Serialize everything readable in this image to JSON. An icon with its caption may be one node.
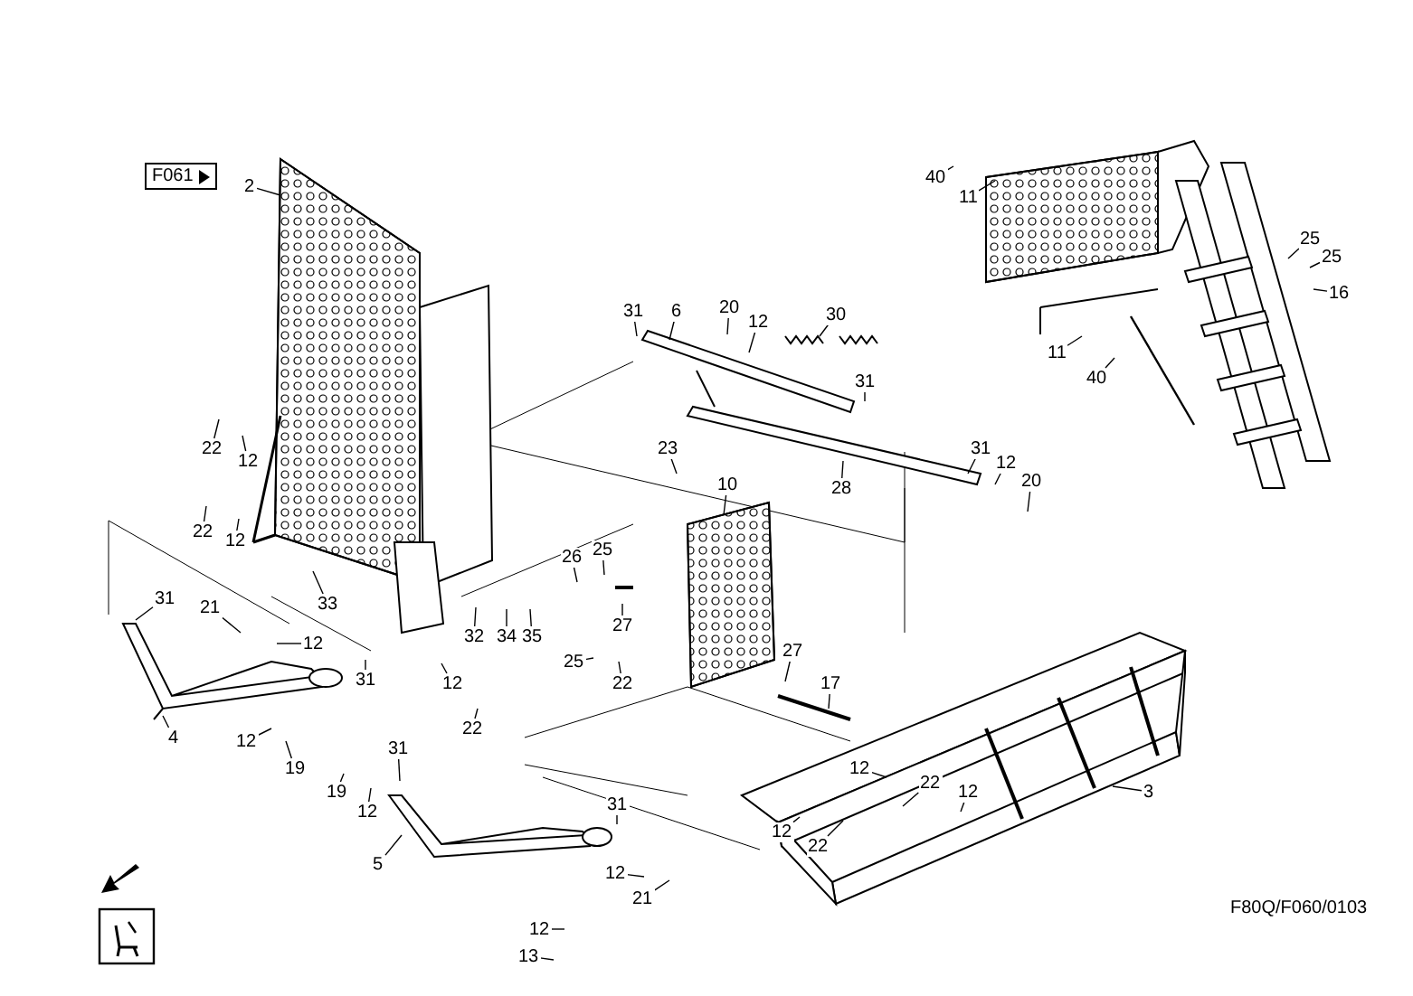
{
  "diagram": {
    "nodes": [
      {
        "text": [
          "40"
        ]
      },
      {
        "text": [
          "11"
        ]
      },
      {
        "text": [
          "2"
        ]
      },
      {
        "text": [
          "25"
        ]
      },
      {
        "text": [
          "25"
        ]
      },
      {
        "text": [
          "16"
        ]
      },
      {
        "text": [
          "31"
        ]
      },
      {
        "text": [
          "6"
        ]
      },
      {
        "text": [
          "20"
        ]
      },
      {
        "text": [
          "12"
        ]
      },
      {
        "text": [
          "30"
        ]
      },
      {
        "text": [
          "11"
        ]
      },
      {
        "text": [
          "40"
        ]
      },
      {
        "text": [
          "31"
        ]
      },
      {
        "text": [
          "22"
        ]
      },
      {
        "text": [
          "12"
        ]
      },
      {
        "text": [
          "23"
        ]
      },
      {
        "text": [
          "31"
        ]
      },
      {
        "text": [
          "12"
        ]
      },
      {
        "text": [
          "20"
        ]
      },
      {
        "text": [
          "10"
        ]
      },
      {
        "text": [
          "28"
        ]
      },
      {
        "text": [
          "22"
        ]
      },
      {
        "text": [
          "12"
        ]
      },
      {
        "text": [
          "26"
        ]
      },
      {
        "text": [
          "25"
        ]
      },
      {
        "text": [
          "31"
        ]
      },
      {
        "text": [
          "21"
        ]
      },
      {
        "text": [
          "33"
        ]
      },
      {
        "text": [
          "27"
        ]
      },
      {
        "text": [
          "12"
        ]
      },
      {
        "text": [
          "32"
        ]
      },
      {
        "text": [
          "34"
        ]
      },
      {
        "text": [
          "35"
        ]
      },
      {
        "text": [
          "27"
        ]
      },
      {
        "text": [
          "25"
        ]
      },
      {
        "text": [
          "31"
        ]
      },
      {
        "text": [
          "22"
        ]
      },
      {
        "text": [
          "17"
        ]
      },
      {
        "text": [
          "22"
        ]
      },
      {
        "text": [
          "4"
        ]
      },
      {
        "text": [
          "12"
        ]
      },
      {
        "text": [
          "19"
        ]
      },
      {
        "text": [
          "31"
        ]
      },
      {
        "text": [
          "12"
        ]
      },
      {
        "text": [
          "22"
        ]
      },
      {
        "text": [
          "12"
        ]
      },
      {
        "text": [
          "3"
        ]
      },
      {
        "text": [
          "19"
        ]
      },
      {
        "text": [
          "12"
        ]
      },
      {
        "text": [
          "31"
        ]
      },
      {
        "text": [
          "12"
        ]
      },
      {
        "text": [
          "22"
        ]
      },
      {
        "text": [
          "12"
        ]
      },
      {
        "text": [
          "5"
        ]
      },
      {
        "text": [
          "12"
        ]
      },
      {
        "text": [
          "21"
        ]
      },
      {
        "text": [
          "12"
        ]
      },
      {
        "text": [
          "13"
        ]
      }
    ],
    "edges": [
      {
        "from": 0,
        "to": null,
        "arrow": "none"
      },
      {
        "from": 1,
        "to": null,
        "arrow": "none"
      },
      {
        "from": 2,
        "to": null,
        "arrow": "none"
      },
      {
        "from": 3,
        "to": null,
        "arrow": "none"
      },
      {
        "from": 4,
        "to": null,
        "arrow": "none"
      },
      {
        "from": 5,
        "to": null,
        "arrow": "none"
      },
      {
        "from": 6,
        "to": null,
        "arrow": "none"
      },
      {
        "from": 7,
        "to": null,
        "arrow": "none"
      },
      {
        "from": 8,
        "to": null,
        "arrow": "none"
      },
      {
        "from": 9,
        "to": null,
        "arrow": "none"
      },
      {
        "from": 10,
        "to": null,
        "arrow": "none"
      },
      {
        "from": 11,
        "to": null,
        "arrow": "none"
      },
      {
        "from": 12,
        "to": null,
        "arrow": "none"
      },
      {
        "from": 13,
        "to": null,
        "arrow": "none"
      },
      {
        "from": 14,
        "to": null,
        "arrow": "none"
      },
      {
        "from": 15,
        "to": null,
        "arrow": "none"
      },
      {
        "from": 16,
        "to": null,
        "arrow": "none"
      },
      {
        "from": 17,
        "to": null,
        "arrow": "none"
      },
      {
        "from": 18,
        "to": null,
        "arrow": "none"
      },
      {
        "from": 19,
        "to": null,
        "arrow": "none"
      },
      {
        "from": 20,
        "to": null,
        "arrow": "none"
      },
      {
        "from": 21,
        "to": null,
        "arrow": "none"
      },
      {
        "from": 22,
        "to": null,
        "arrow": "none"
      },
      {
        "from": 23,
        "to": null,
        "arrow": "none"
      },
      {
        "from": 24,
        "to": null,
        "arrow": "none"
      },
      {
        "from": 25,
        "to": null,
        "arrow": "none"
      },
      {
        "from": 26,
        "to": null,
        "arrow": "none"
      },
      {
        "from": 27,
        "to": null,
        "arrow": "none"
      },
      {
        "from": 28,
        "to": null,
        "arrow": "none"
      },
      {
        "from": 29,
        "to": null,
        "arrow": "none"
      },
      {
        "from": 30,
        "to": null,
        "arrow": "none"
      },
      {
        "from": 31,
        "to": null,
        "arrow": "none"
      },
      {
        "from": 32,
        "to": null,
        "arrow": "none"
      },
      {
        "from": 33,
        "to": null,
        "arrow": "none"
      },
      {
        "from": 34,
        "to": null,
        "arrow": "none"
      },
      {
        "from": 35,
        "to": null,
        "arrow": "none"
      },
      {
        "from": 36,
        "to": null,
        "arrow": "none"
      },
      {
        "from": 37,
        "to": null,
        "arrow": "none"
      },
      {
        "from": 38,
        "to": null,
        "arrow": "none"
      },
      {
        "from": 39,
        "to": null,
        "arrow": "none"
      },
      {
        "from": 40,
        "to": null,
        "arrow": "none"
      },
      {
        "from": 41,
        "to": null,
        "arrow": "none"
      },
      {
        "from": 42,
        "to": null,
        "arrow": "none"
      },
      {
        "from": 43,
        "to": null,
        "arrow": "none"
      },
      {
        "from": 44,
        "to": null,
        "arrow": "none"
      },
      {
        "from": 45,
        "to": null,
        "arrow": "none"
      },
      {
        "from": 46,
        "to": null,
        "arrow": "none"
      },
      {
        "from": 47,
        "to": null,
        "arrow": "none"
      },
      {
        "from": 48,
        "to": null,
        "arrow": "none"
      },
      {
        "from": 49,
        "to": null,
        "arrow": "none"
      },
      {
        "from": 50,
        "to": null,
        "arrow": "none"
      },
      {
        "from": 51,
        "to": null,
        "arrow": "none"
      },
      {
        "from": 52,
        "to": null,
        "arrow": "none"
      },
      {
        "from": 53,
        "to": null,
        "arrow": "none"
      },
      {
        "from": 54,
        "to": null,
        "arrow": "none"
      },
      {
        "from": 55,
        "to": null,
        "arrow": "none"
      },
      {
        "from": 56,
        "to": null,
        "arrow": "none"
      },
      {
        "from": 57,
        "to": null,
        "arrow": "none"
      },
      {
        "from": 58,
        "to": null,
        "arrow": "none"
      }
    ],
    "labels": [
      "F061",
      "F80Q/F060/0103"
    ]
  }
}
